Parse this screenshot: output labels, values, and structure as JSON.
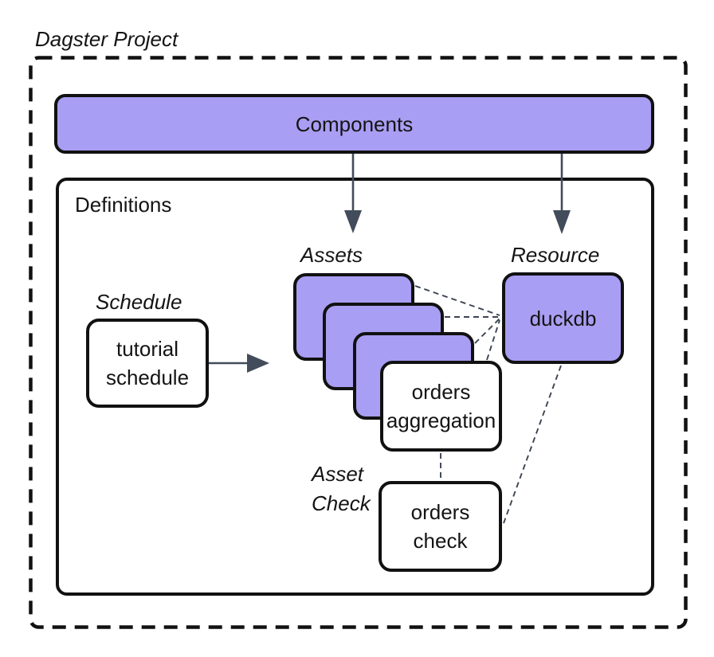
{
  "title": "Dagster Project",
  "components": {
    "label": "Components"
  },
  "definitions": {
    "label": "Definitions",
    "schedule": {
      "label": "Schedule",
      "box": "tutorial schedule"
    },
    "assets": {
      "label": "Assets",
      "stack_count": 3,
      "front_box": "orders aggregation"
    },
    "resource": {
      "label": "Resource",
      "box": "duckdb"
    },
    "asset_check": {
      "label": "Asset Check",
      "box": "orders check"
    }
  },
  "colors": {
    "purple": "#a89ef3",
    "outline": "#111111",
    "arrow": "#434c5a",
    "connector": "#3c4452",
    "background": "#ffffff",
    "text": "#141414"
  }
}
